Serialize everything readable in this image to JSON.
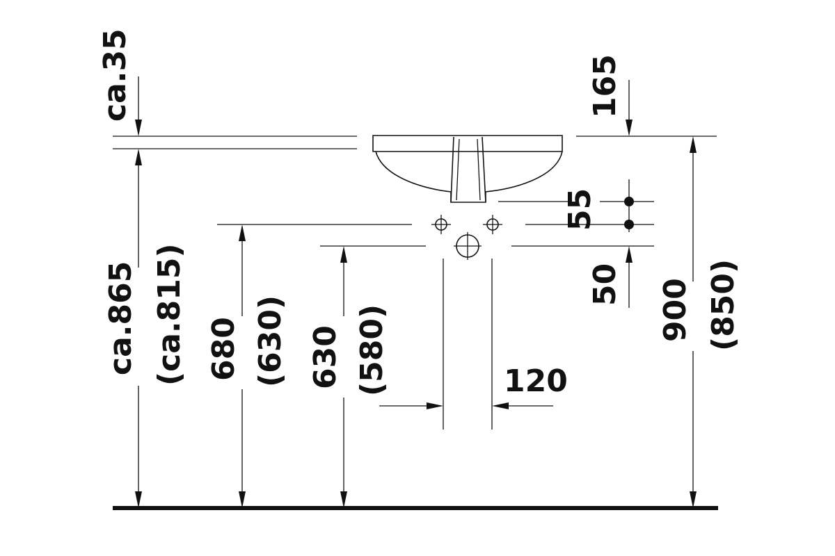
{
  "dimensions": {
    "overflow_depth": "ca.35",
    "rim_to_top_hole": "165",
    "hole_spacing": "55",
    "hole_to_waste": "50",
    "rim_height": "ca.865",
    "rim_height_alt": "(ca.815)",
    "supply_height": "680",
    "supply_height_alt": "(630)",
    "waste_height": "630",
    "waste_height_alt": "(580)",
    "waste_width": "120",
    "total_height": "900",
    "total_height_alt": "(850)"
  },
  "colors": {
    "line": "#111111",
    "background": "#ffffff"
  }
}
